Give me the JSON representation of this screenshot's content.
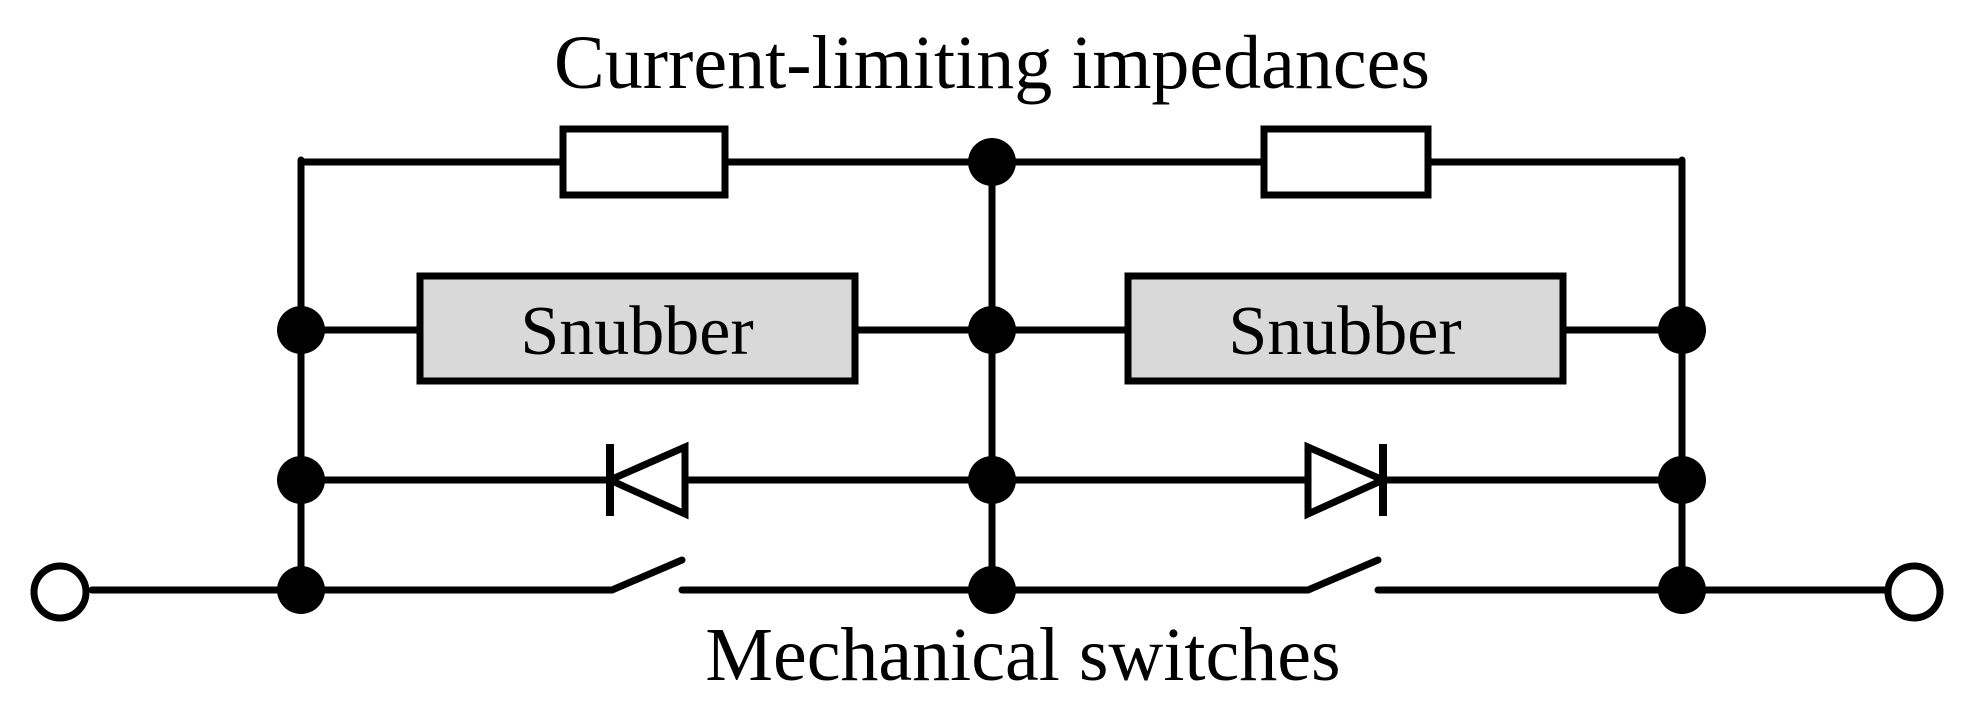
{
  "labels": {
    "top_caption": "Current-limiting impedances",
    "bottom_caption": "Mechanical switches",
    "snubber_left": "Snubber",
    "snubber_right": "Snubber"
  },
  "colors": {
    "line": "#000000",
    "snubber_fill": "#d9d9d9",
    "background": "#ffffff"
  }
}
